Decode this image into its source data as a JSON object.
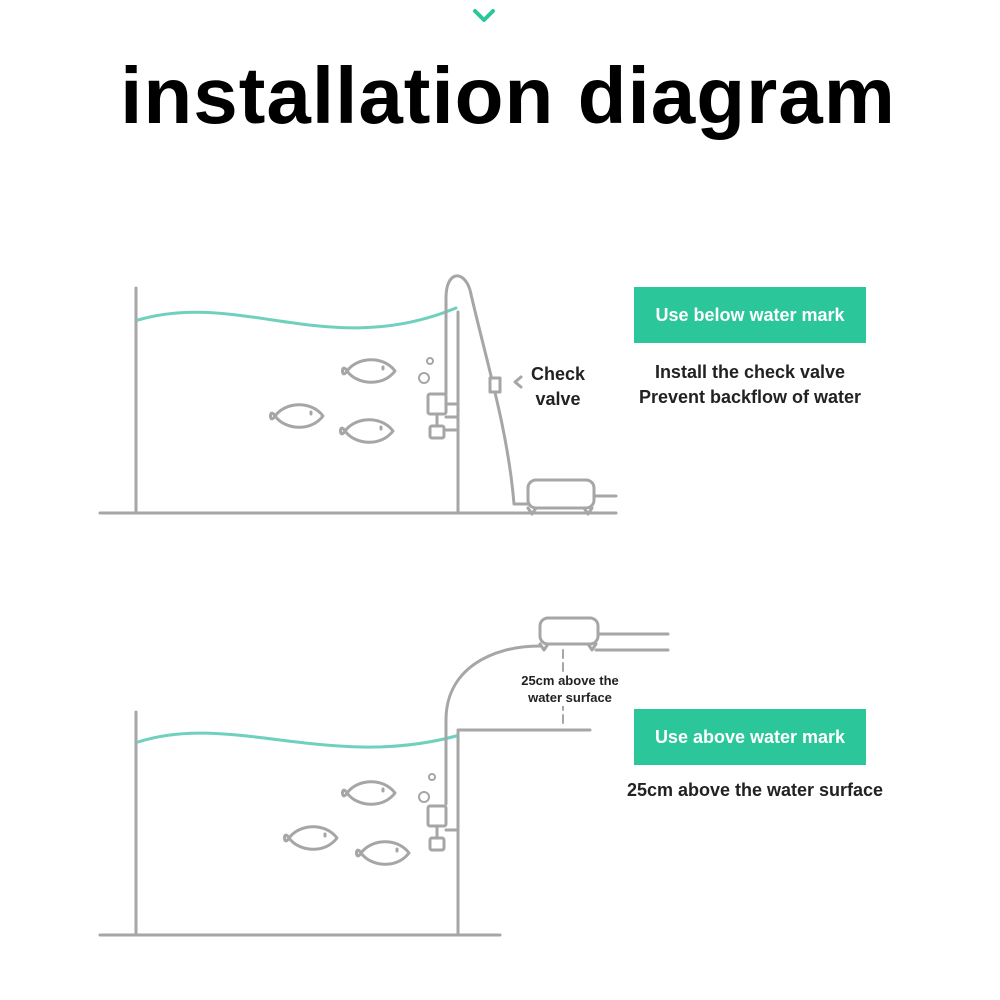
{
  "title": "installation diagram",
  "colors": {
    "accent": "#2bc79a",
    "water": "#6fd0be",
    "line": "#a6a6a6",
    "text": "#222222"
  },
  "icons": [
    "chevron-down-icon",
    "fish-icon",
    "pump-icon",
    "air-pump-icon",
    "check-valve-icon"
  ],
  "section1": {
    "badge": "Use below water mark",
    "note_lines": [
      "Install the check valve",
      "Prevent backflow of water"
    ],
    "check_valve_label": [
      "Check",
      "valve"
    ]
  },
  "section2": {
    "badge": "Use above water mark",
    "note": "25cm above the water surface",
    "height_label": [
      "25cm above the",
      "water surface"
    ]
  }
}
